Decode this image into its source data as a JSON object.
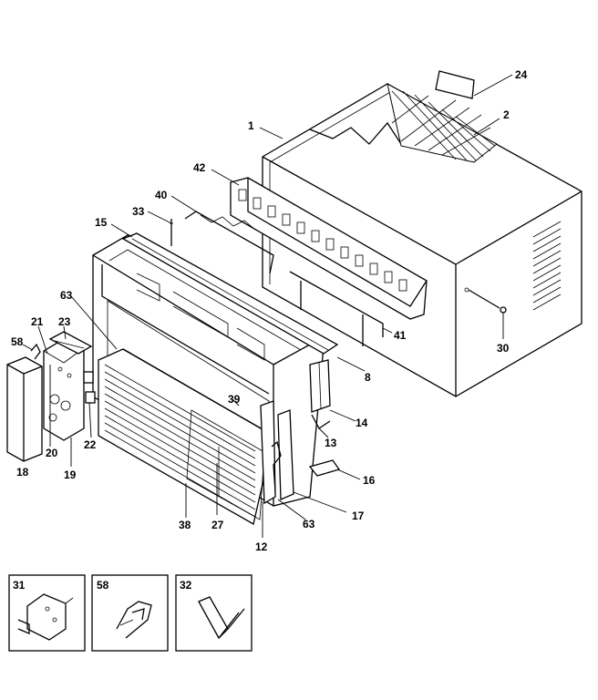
{
  "parts": {
    "p1": "1",
    "p2": "2",
    "p8": "8",
    "p12": "12",
    "p13": "13",
    "p14": "14",
    "p15": "15",
    "p16": "16",
    "p17": "17",
    "p18": "18",
    "p19": "19",
    "p20": "20",
    "p21": "21",
    "p22": "22",
    "p23": "23",
    "p24": "24",
    "p27": "27",
    "p30": "30",
    "p33": "33",
    "p38": "38",
    "p39": "39",
    "p40": "40",
    "p41": "41",
    "p42": "42",
    "p58": "58",
    "p63a": "63",
    "p63b": "63"
  },
  "insets": {
    "i31": "31",
    "i58": "58",
    "i32": "32"
  }
}
